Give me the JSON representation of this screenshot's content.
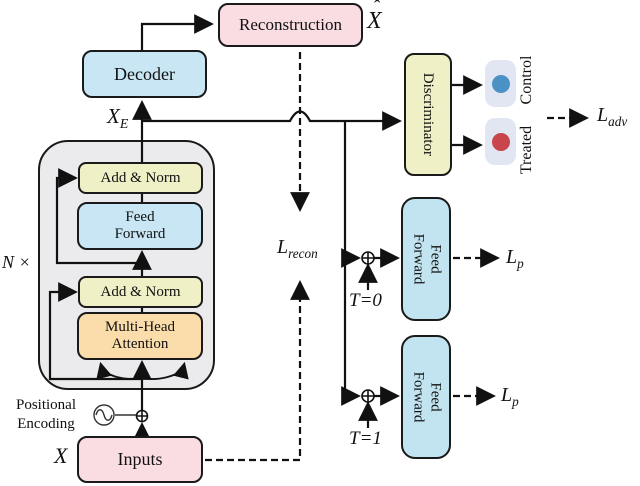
{
  "nodes": {
    "reconstruction": {
      "label": "Reconstruction"
    },
    "decoder": {
      "label": "Decoder"
    },
    "encoder": {
      "multiplier": "N ×",
      "add_norm_top": "Add & Norm",
      "feed_forward": [
        "Feed",
        "Forward"
      ],
      "add_norm_bottom": "Add & Norm",
      "attention": [
        "Multi-Head",
        "Attention"
      ]
    },
    "inputs": {
      "label": "Inputs"
    },
    "discriminator": {
      "label": "Discriminator"
    },
    "ff_top": {
      "lines": [
        "Feed",
        "Forward"
      ]
    },
    "ff_bottom": {
      "lines": [
        "Feed",
        "Forward"
      ]
    }
  },
  "labels": {
    "x_hat": {
      "base": "X",
      "accent": "ˆ"
    },
    "x_e": {
      "base": "X",
      "sub": "E"
    },
    "x": "X",
    "positional_encoding": [
      "Positional",
      "Encoding"
    ],
    "l_recon": {
      "base": "L",
      "sub": "recon"
    },
    "l_adv": {
      "base": "L",
      "sub": "adv"
    },
    "l_p_top": {
      "base": "L",
      "sub": "p"
    },
    "l_p_bottom": {
      "base": "L",
      "sub": "p"
    },
    "t0": "T=0",
    "t1": "T=1",
    "control": "Control",
    "treated": "Treated"
  },
  "icons": {
    "positional_encoding": "sine-wave-icon",
    "sum_junction": "oplus-icon",
    "control_dot": "blue-circle-icon",
    "treated_dot": "red-circle-icon"
  },
  "colors": {
    "pink": "#fadde2",
    "blue": "#c9e6f4",
    "blue_light": "#c2e4f0",
    "yellow": "#eff0c5",
    "orange": "#fbdcab",
    "container_gray": "#ebebed",
    "capsule": "#e2e6f3",
    "dot_blue": "#4a92c6",
    "dot_red": "#c8464b",
    "line": "#111111"
  }
}
